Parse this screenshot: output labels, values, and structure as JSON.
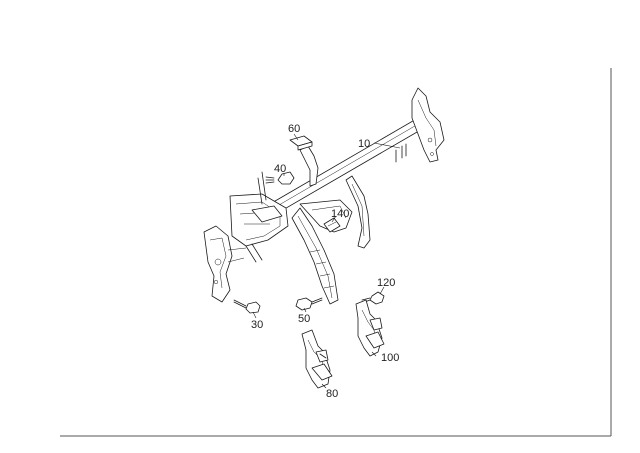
{
  "diagram": {
    "callouts": [
      {
        "id": "p10",
        "label": "10"
      },
      {
        "id": "p30",
        "label": "30"
      },
      {
        "id": "p40",
        "label": "40"
      },
      {
        "id": "p50",
        "label": "50"
      },
      {
        "id": "p60",
        "label": "60"
      },
      {
        "id": "p80",
        "label": "80"
      },
      {
        "id": "p100",
        "label": "100"
      },
      {
        "id": "p120",
        "label": "120"
      },
      {
        "id": "p140",
        "label": "140"
      }
    ]
  }
}
